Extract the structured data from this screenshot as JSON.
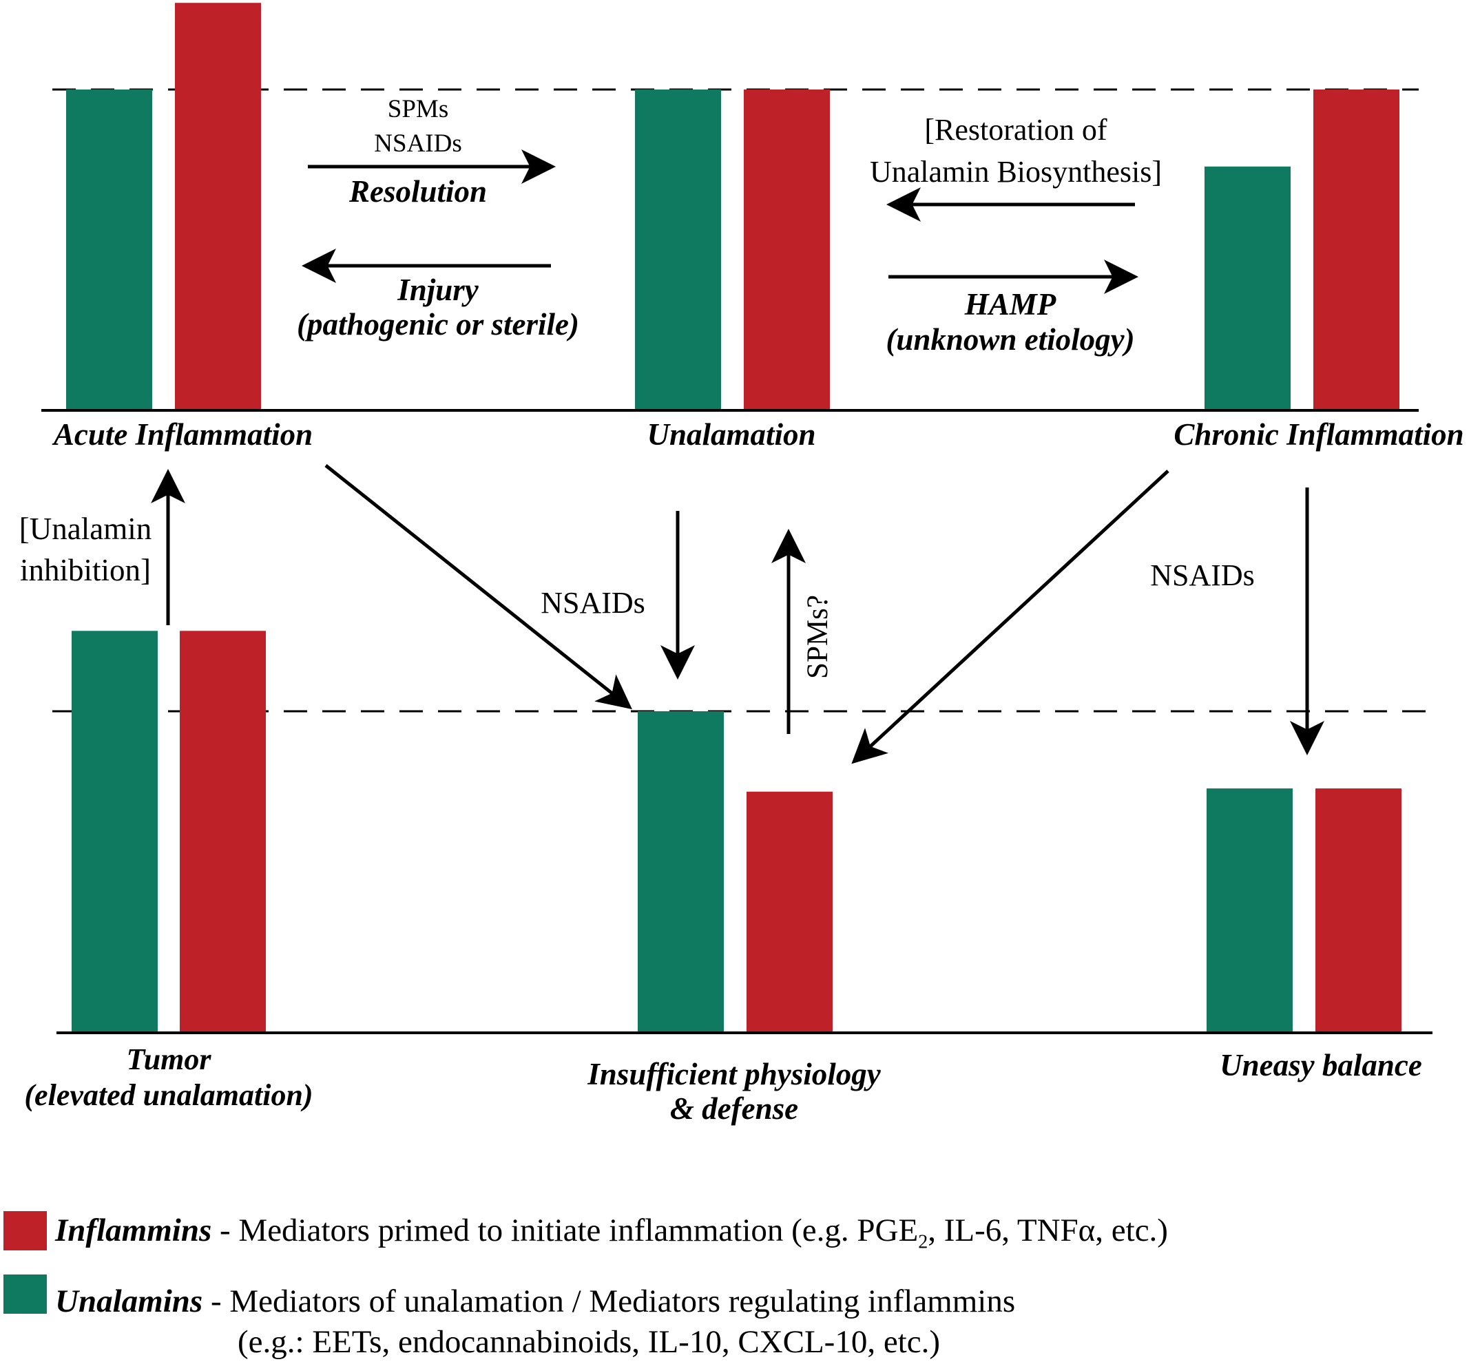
{
  "colors": {
    "inflammins": "#BE2127",
    "unalamins": "#0F7A60",
    "line": "#000000",
    "background": "#FFFFFF"
  },
  "panels": {
    "acute": {
      "label": "Acute Inflammation",
      "bars": {
        "unalamins_level": 1.0,
        "inflammins_level": 1.27
      }
    },
    "unalamation": {
      "label": "Unalamation",
      "bars": {
        "unalamins_level": 1.0,
        "inflammins_level": 1.0
      }
    },
    "chronic": {
      "label": "Chronic Inflammation",
      "bars": {
        "unalamins_level": 0.76,
        "inflammins_level": 1.0
      }
    },
    "tumor": {
      "label_line1": "Tumor",
      "label_line2": "(elevated unalamation)",
      "bars": {
        "unalamins_level": 1.25,
        "inflammins_level": 1.25
      }
    },
    "insufficient": {
      "label_line1": "Insufficient physiology",
      "label_line2": "& defense",
      "bars": {
        "unalamins_level": 1.0,
        "inflammins_level": 0.75
      }
    },
    "uneasy": {
      "label": "Uneasy balance",
      "bars": {
        "unalamins_level": 0.76,
        "inflammins_level": 0.76
      }
    }
  },
  "arrows": {
    "resolution": {
      "line1": "SPMs",
      "line2": "NSAIDs",
      "line3": "Resolution"
    },
    "injury": {
      "line1": "Injury",
      "line2": "(pathogenic or sterile)"
    },
    "restoration": {
      "line1": "[Restoration of",
      "line2": "Unalamin Biosynthesis]"
    },
    "hamp": {
      "line1": "HAMP",
      "line2": "(unknown etiology)"
    },
    "unalamin_inhibition": {
      "line1": "[Unalamin",
      "line2": "inhibition]"
    },
    "nsaids_middle": {
      "label": "NSAIDs"
    },
    "spms_question": {
      "label": "SPMs?"
    },
    "nsaids_right": {
      "label": "NSAIDs"
    }
  },
  "legend": {
    "inflammins": {
      "term": "Inflammins",
      "desc_pre": " - Mediators primed to initiate inflammation (e.g. PGE",
      "desc_sub": "2",
      "desc_post": ", IL-6, TNFα, etc.)"
    },
    "unalamins": {
      "term": "Unalamins",
      "desc": " - Mediators of unalamation / Mediators regulating inflammins",
      "examples": "(e.g.: EETs, endocannabinoids, IL-10, CXCL-10, etc.)"
    }
  }
}
